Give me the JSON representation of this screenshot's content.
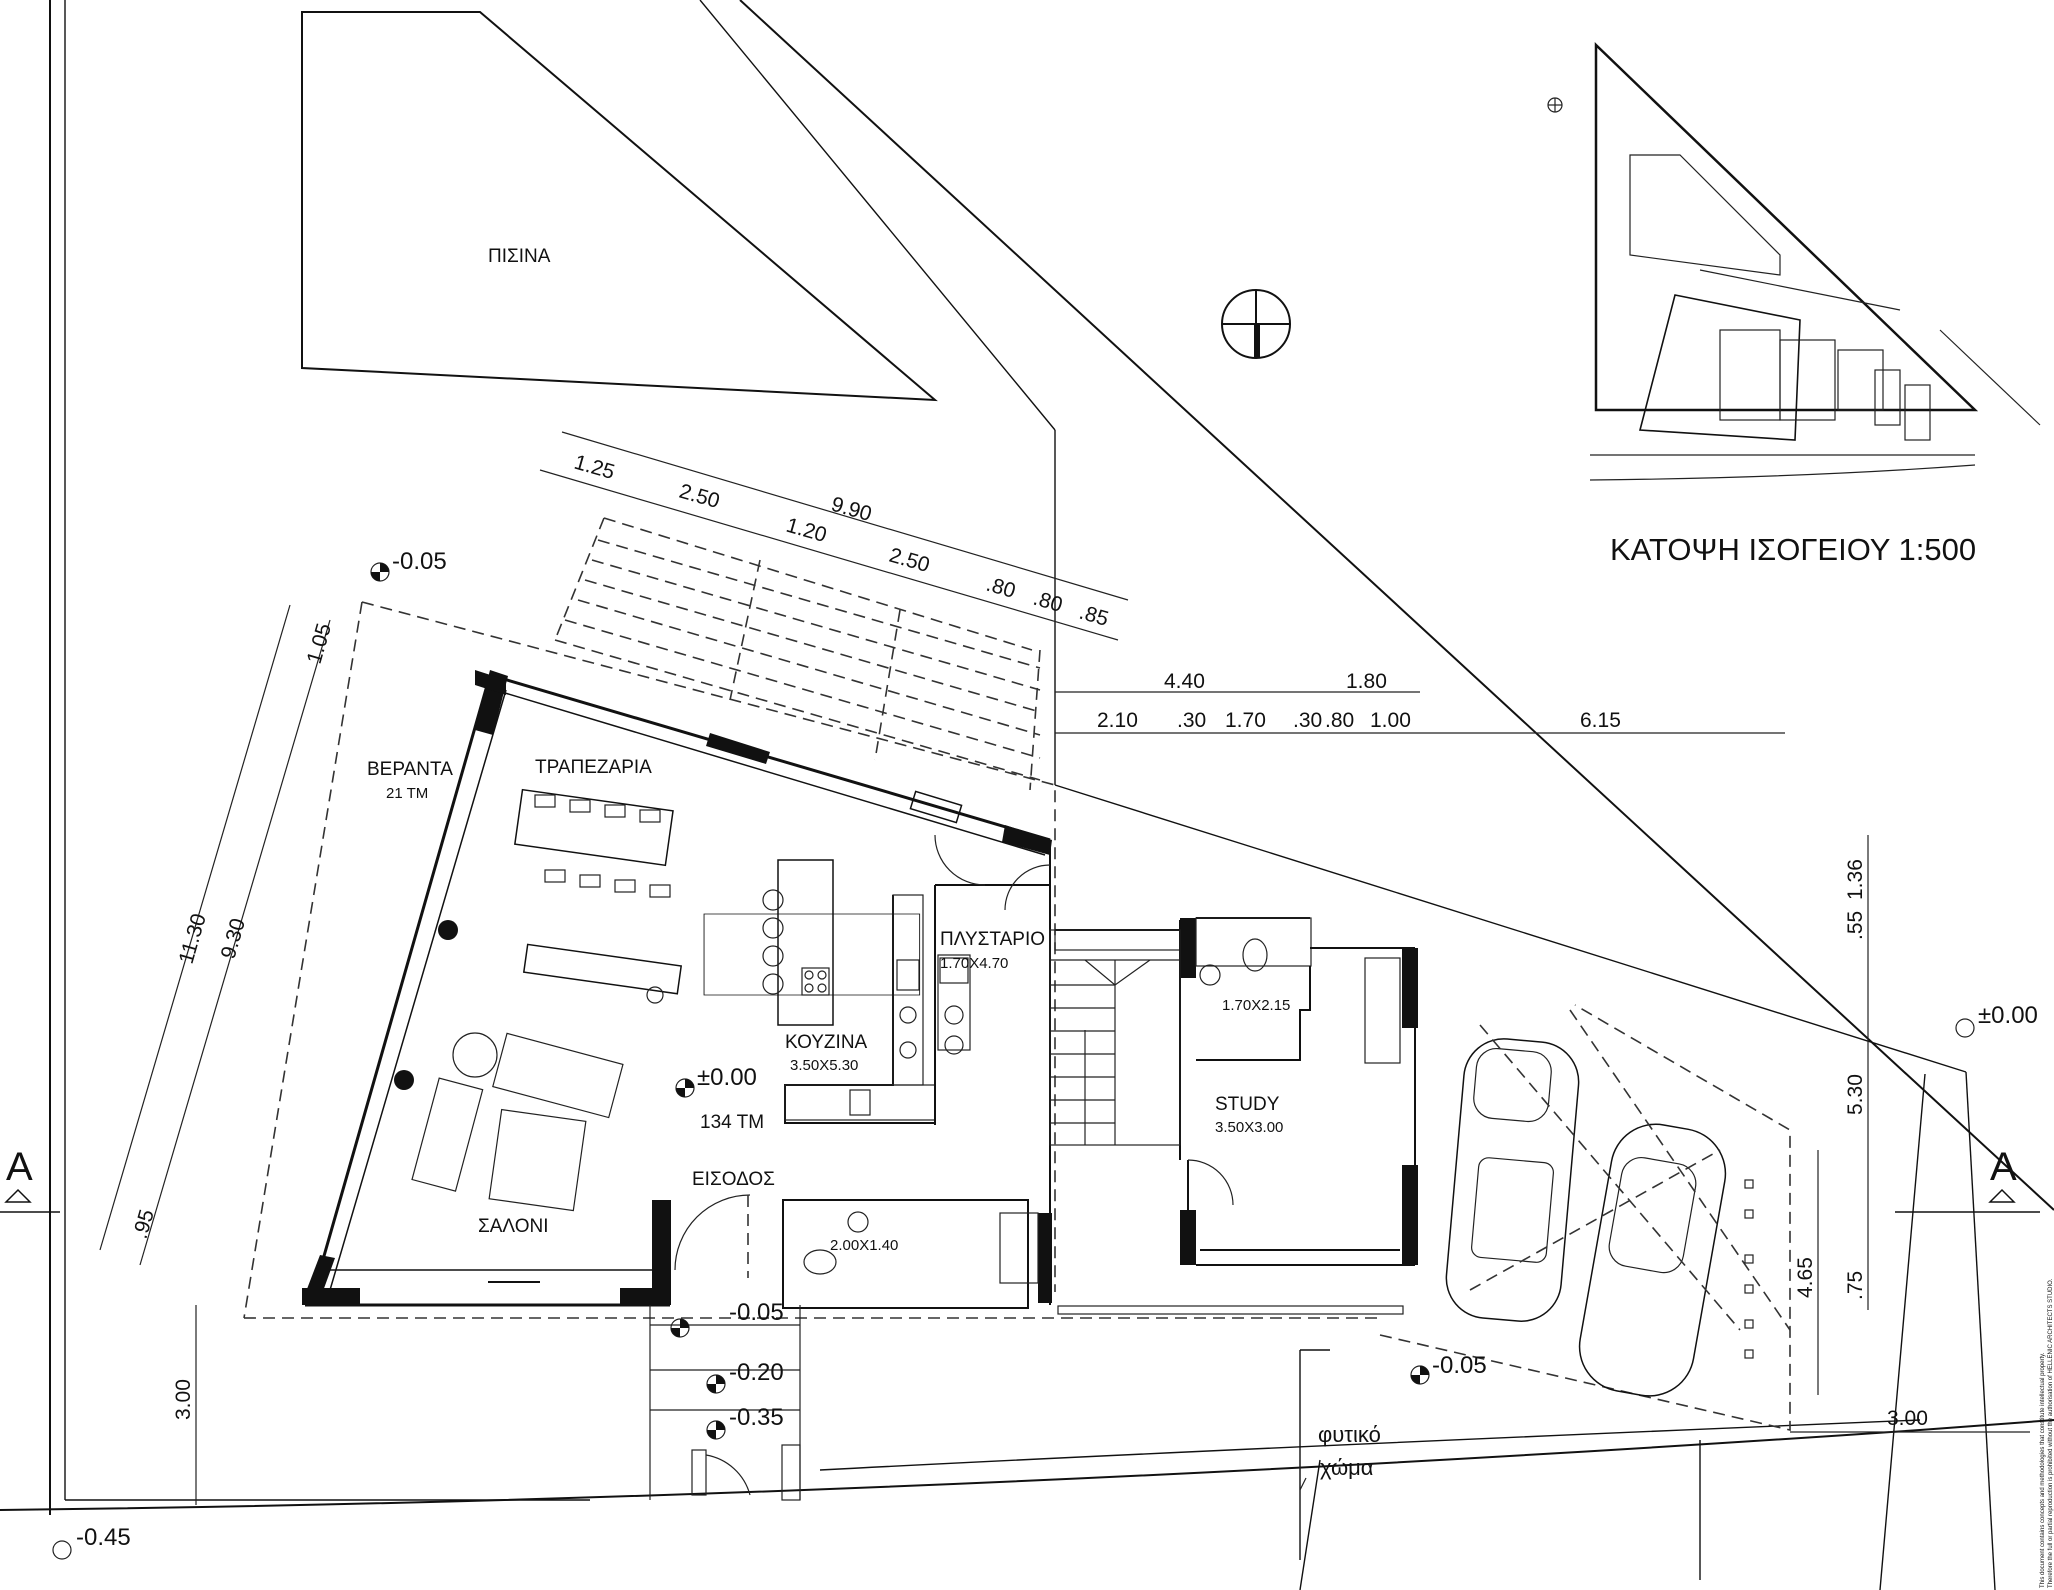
{
  "labels": {
    "pool": "ΠΙΣΙΝΑ",
    "veranda": "ΒΕΡΑΝΤΑ",
    "veranda_area": "21 ΤΜ",
    "dining": "ΤΡΑΠΕΖΑΡΙΑ",
    "living": "ΣΑΛΟΝΙ",
    "kitchen": "ΚΟΥΖΙΝΑ",
    "kitchen_size": "3.50X5.30",
    "laundry": "ΠΛΥΣΤΑΡΙΟ",
    "laundry_size": "1.70X4.70",
    "wc_upper_size": "1.70X2.15",
    "study": "STUDY",
    "study_size": "3.50X3.00",
    "entrance": "ΕΙΣΟΔΟΣ",
    "wc_lower_size": "2.00X1.40",
    "main_level": "±0.00",
    "main_area": "134 ΤΜ",
    "soil_line1": "φυτικό",
    "soil_line2": "χώμα",
    "section_left": "A",
    "section_right": "A",
    "key_plan_title": "ΚΑΤΟΨΗ ΙΣΟΓΕΙΟΥ 1:500",
    "copyright_line1": "This document contains concepts and methodologies that constitute intellectual property.",
    "copyright_line2": "Therefore the full or partial reproduction is prohibited without the authorisation of HELLENIC ARCHITECTS STUDIO."
  },
  "levels": {
    "veranda": "-0.05",
    "entrance_1": "-0.05",
    "entrance_2": "-0.20",
    "entrance_3": "-0.35",
    "street": "-0.45",
    "parking_top": "±0.00",
    "parking_bottom": "-0.05"
  },
  "dimensions": {
    "pergola_total": "9.90",
    "pergola_1": "1.25",
    "pergola_2": "2.50",
    "pergola_3": "1.20",
    "pergola_4": "2.50",
    "pergola_5": ".80",
    "pergola_6": ".80",
    "pergola_7": ".85",
    "top_1": "4.40",
    "top_2": "1.80",
    "sub_1": "2.10",
    "sub_2": ".30",
    "sub_3": "1.70",
    "sub_4": ".30",
    "sub_5": ".80",
    "sub_6": "1.00",
    "sub_7": "6.15",
    "left_total": "11.30",
    "left_1": "1.05",
    "left_2": "9.30",
    "left_3": ".95",
    "setback": "3.00",
    "right_1": "1.36",
    "right_2": ".55",
    "right_3": "5.30",
    "right_4": ".75",
    "parking_depth": "4.65",
    "parking_width": "3.00"
  }
}
